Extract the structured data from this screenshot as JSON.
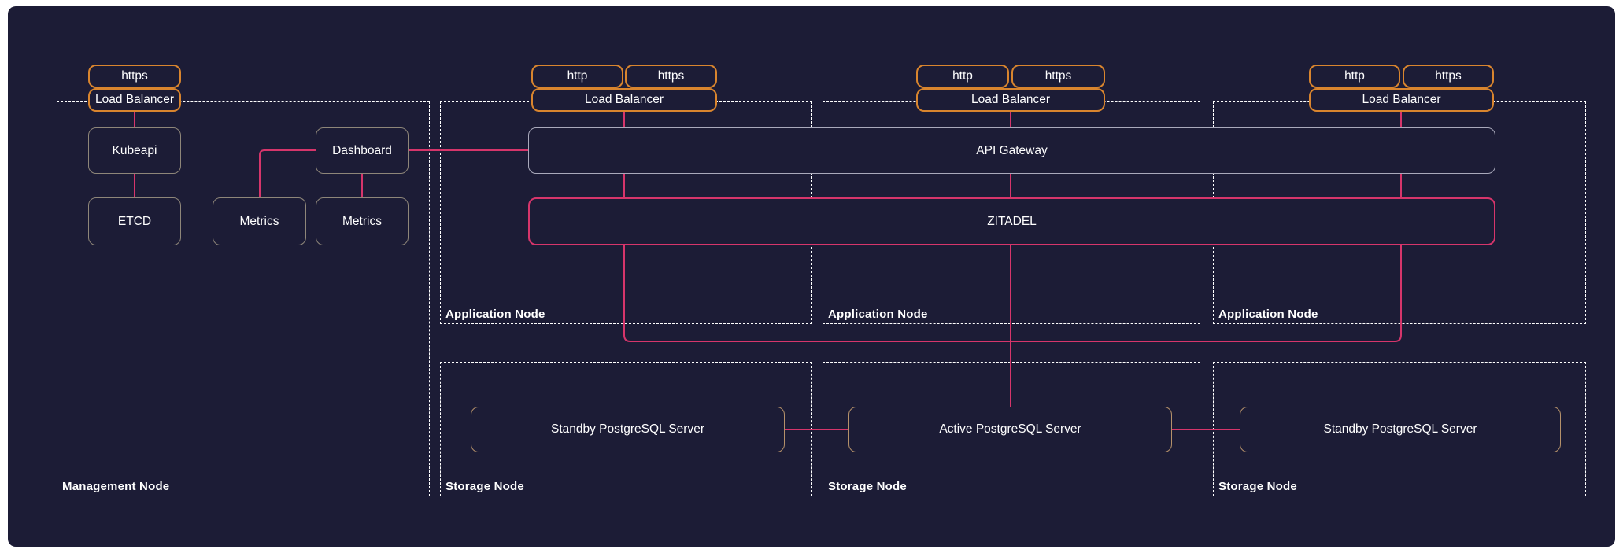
{
  "colors": {
    "background": "#1c1c36",
    "frame": "#ffffff",
    "group_border": "#ffffff",
    "lb_border": "#d9852e",
    "node_border": "#8e8679",
    "gateway_border": "#a9a9bb",
    "zitadel_border": "#d6356b",
    "db_border": "#b5916a",
    "edge": "#d6356b",
    "text": "#ffffff"
  },
  "groups": {
    "management": "Management Node",
    "app1": "Application Node",
    "app2": "Application Node",
    "app3": "Application Node",
    "storage1": "Storage Node",
    "storage2": "Storage Node",
    "storage3": "Storage Node"
  },
  "management": {
    "https": "https",
    "load_balancer": "Load Balancer",
    "kubeapi": "Kubeapi",
    "etcd": "ETCD",
    "metrics_left": "Metrics",
    "dashboard": "Dashboard",
    "metrics_right": "Metrics"
  },
  "app": {
    "lb1": {
      "http": "http",
      "https": "https",
      "label": "Load Balancer"
    },
    "lb2": {
      "http": "http",
      "https": "https",
      "label": "Load Balancer"
    },
    "lb3": {
      "http": "http",
      "https": "https",
      "label": "Load Balancer"
    },
    "api_gateway": "API Gateway",
    "zitadel": "ZITADEL"
  },
  "storage": {
    "standby1": "Standby PostgreSQL Server",
    "active": "Active PostgreSQL Server",
    "standby2": "Standby PostgreSQL Server"
  },
  "edges": [
    "Load Balancer (management) -> Kubeapi",
    "Kubeapi -> ETCD",
    "Dashboard -> Metrics (left)",
    "Dashboard -> Metrics (right)",
    "Dashboard -> API Gateway",
    "Load Balancer 1 -> API Gateway",
    "Load Balancer 2 -> API Gateway",
    "Load Balancer 3 -> API Gateway",
    "API Gateway -> ZITADEL (x3)",
    "ZITADEL -> Active PostgreSQL Server",
    "Standby PostgreSQL Server <-> Active PostgreSQL Server",
    "Active PostgreSQL Server <-> Standby PostgreSQL Server"
  ]
}
